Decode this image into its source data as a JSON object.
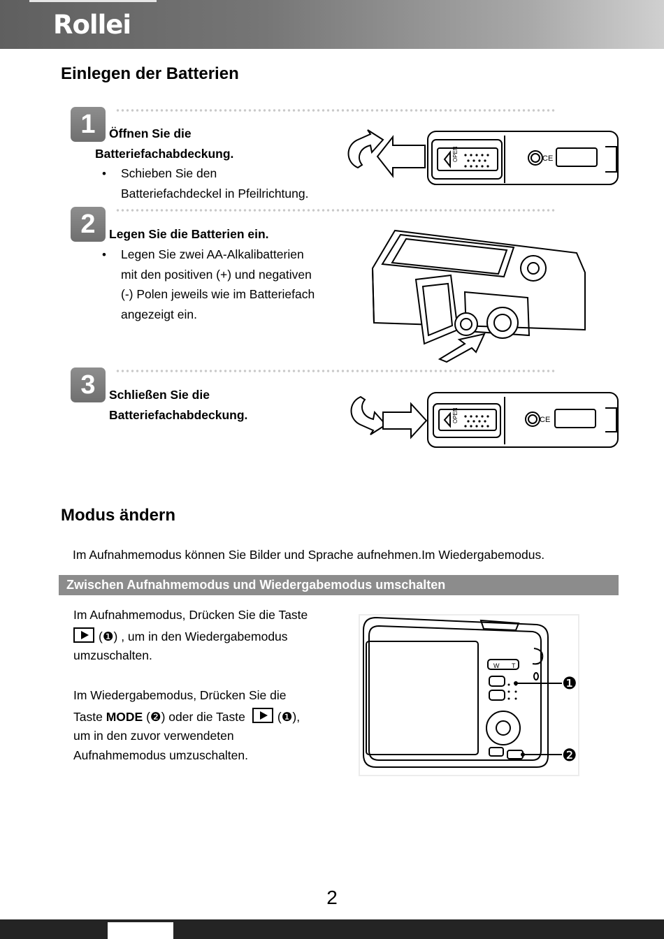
{
  "header": {
    "brand": "Rollei"
  },
  "section1": {
    "title": "Einlegen der Batterien",
    "steps": [
      {
        "number": "1",
        "heading_line1": "Öffnen Sie die",
        "heading_line2": "Batteriefachabdeckung.",
        "bullet": "•",
        "bullet_line1": "Schieben Sie den",
        "bullet_line2": "Batteriefachdeckel in Pfeilrichtung."
      },
      {
        "number": "2",
        "heading": "Legen Sie die Batterien ein.",
        "bullet": "•",
        "bullet_lines": [
          "Legen Sie zwei AA-Alkalibatterien",
          "mit den positiven (+) und negativen",
          "(-) Polen jeweils wie im Batteriefach",
          "angezeigt ein."
        ]
      },
      {
        "number": "3",
        "heading_line1": "Schließen Sie die",
        "heading_line2": "Batteriefachabdeckung."
      }
    ],
    "fig_labels": {
      "open": "OPEN",
      "ce": "CE"
    }
  },
  "section2": {
    "title": "Modus ändern",
    "intro": "Im Aufnahmemodus können Sie Bilder und Sprache aufnehmen.Im Wiedergabemodus.",
    "bar_title": "Zwischen Aufnahmemodus und Wiedergabemodus umschalten",
    "p1_line1": "Im Aufnahmemodus, Drücken Sie die Taste",
    "p1_line2_after_key": "(❶) , um in den Wiedergabemodus",
    "p1_line3": "umzuschalten.",
    "p2_line1": "Im Wiedergabemodus, Drücken Sie die",
    "p2_line2_a": "Taste ",
    "p2_line2_mode": "MODE",
    "p2_line2_b": " (❷) oder die Taste",
    "p2_line2_c": "(❶),",
    "p2_line3": "um in den zuvor verwendeten",
    "p2_line4": "Aufnahmemodus umzuschalten.",
    "callouts": [
      "❶",
      "❷"
    ],
    "zoom_labels": [
      "W",
      "T"
    ]
  },
  "page_number": "2"
}
